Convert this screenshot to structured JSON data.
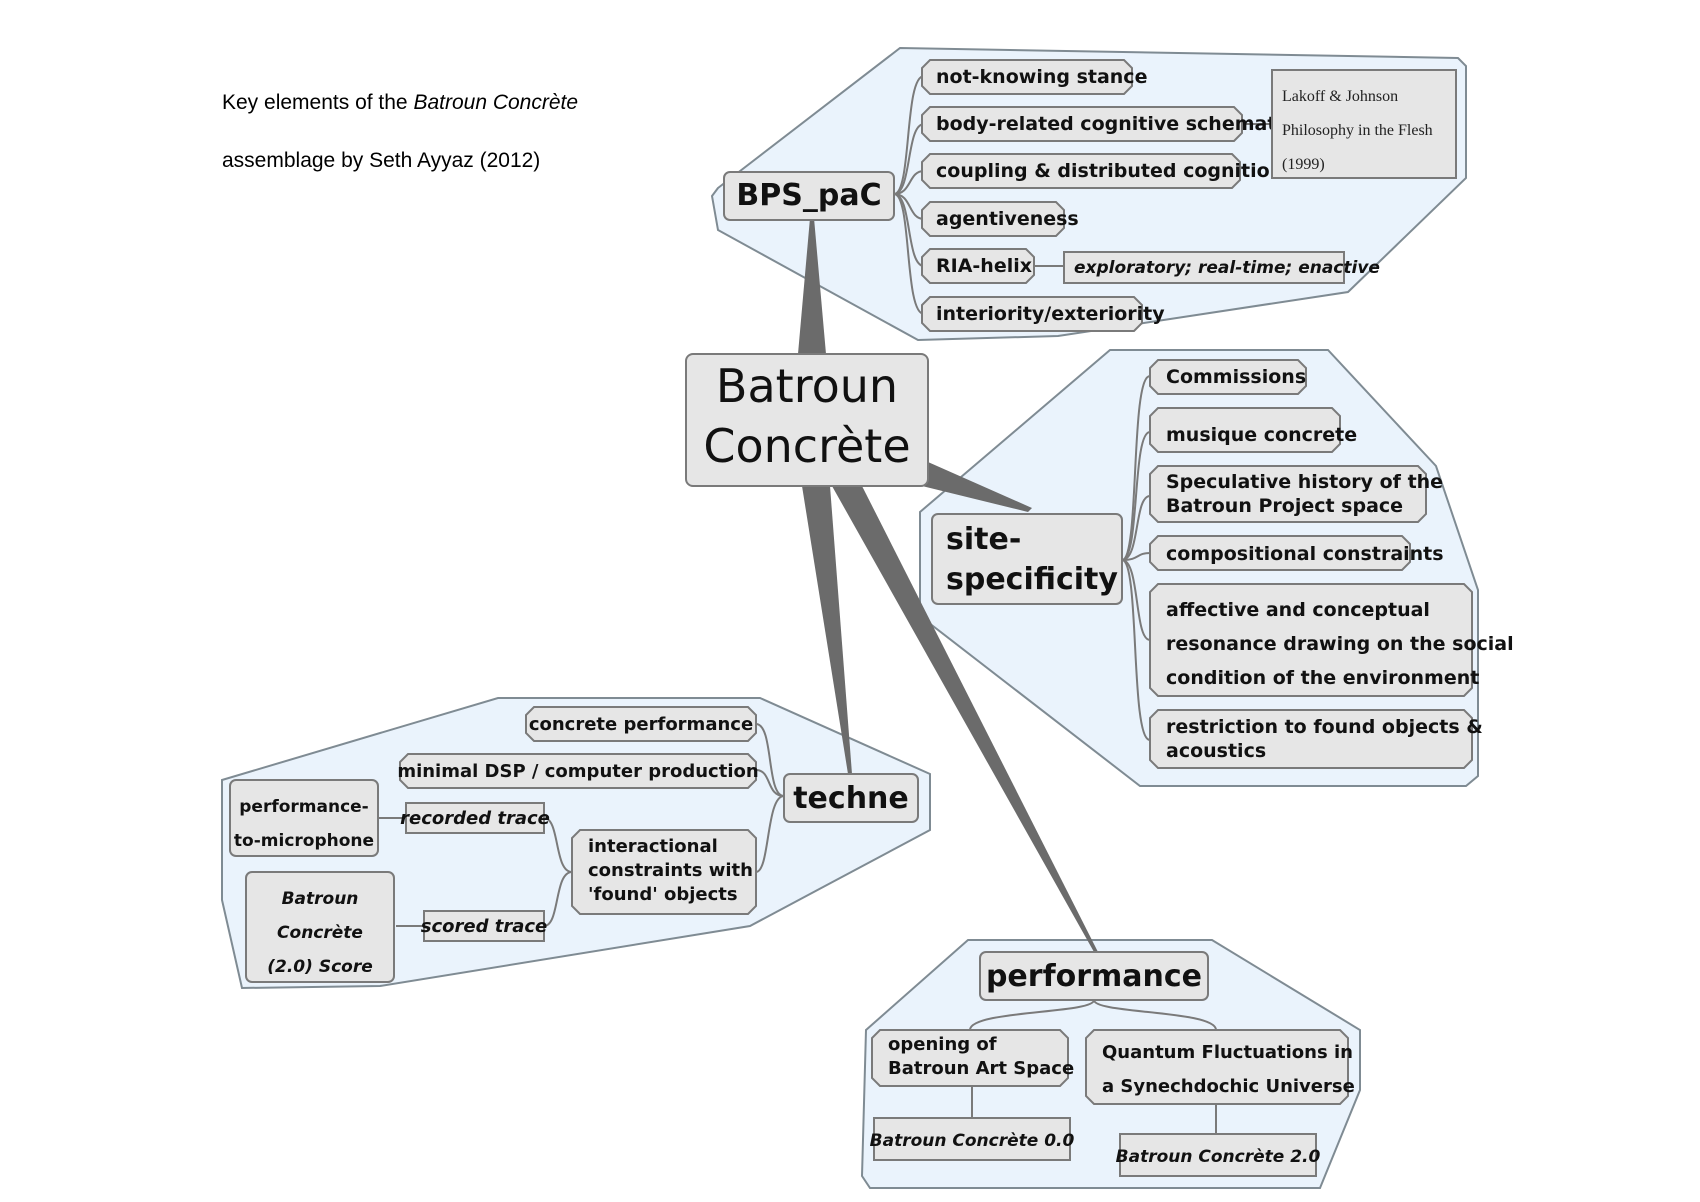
{
  "caption": {
    "line1_prefix": "Key elements of the ",
    "line1_italic": "Batroun Concrète",
    "line2": "assemblage by Seth Ayyaz (2012)"
  },
  "colors": {
    "group_fill": "#eaf3fc",
    "group_stroke": "#7f8b93",
    "node_fill": "#e6e6e6",
    "node_stroke": "#7a7a7a",
    "branch": "#6b6b6b",
    "text": "#111111"
  },
  "root": {
    "line1": "Batroun",
    "line2": "Concrète"
  },
  "bps": {
    "title": "BPS_paC",
    "items": [
      "not-knowing stance",
      "body-related cognitive schemata",
      "coupling & distributed cognition",
      "agentiveness",
      "RIA-helix",
      "interiority/exteriority"
    ],
    "note_schemata": [
      "Lakoff & Johnson",
      "Philosophy in the Flesh",
      "(1999)"
    ],
    "note_ria": "exploratory; real-time; enactive"
  },
  "site": {
    "title_line1": "site-",
    "title_line2": "specificity",
    "items": [
      [
        "Commissions"
      ],
      [
        "musique concrete"
      ],
      [
        "Speculative history of the",
        "Batroun Project space"
      ],
      [
        "compositional constraints"
      ],
      [
        "affective and conceptual",
        "resonance drawing on the social",
        "condition of the environment"
      ],
      [
        "restriction to found objects &",
        "acoustics"
      ]
    ]
  },
  "techne": {
    "title": "techne",
    "items": [
      "concrete performance",
      "minimal DSP / computer production"
    ],
    "interactional": [
      "interactional",
      "constraints with",
      "'found' objects"
    ],
    "recorded_trace": "recorded trace",
    "scored_trace": "scored trace",
    "perf_mic": [
      "performance-",
      "to-microphone"
    ],
    "score": [
      "Batroun",
      "Concrète",
      "(2.0) Score"
    ]
  },
  "performance": {
    "title": "performance",
    "opening": [
      "opening of",
      "Batroun Art Space"
    ],
    "quantum": [
      "Quantum Fluctuations in",
      "a Synechdochic Universe"
    ],
    "bc00": "Batroun Concrète 0.0",
    "bc20": "Batroun Concrète 2.0"
  }
}
